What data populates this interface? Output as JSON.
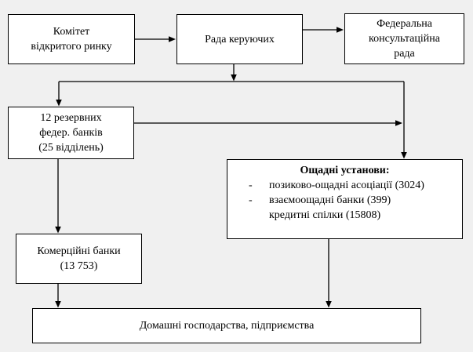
{
  "colors": {
    "background": "#f0f0f0",
    "box_fill": "#ffffff",
    "line": "#000000",
    "text": "#000000"
  },
  "nodes": {
    "open_market_committee": {
      "line1": "Комітет",
      "line2": "відкритого ринку"
    },
    "board_of_governors": {
      "label": "Рада керуючих"
    },
    "federal_advisory_council": {
      "line1": "Федеральна",
      "line2": "консультаційна",
      "line3": "рада"
    },
    "reserve_banks": {
      "line1": "12 резервних",
      "line2": "федер. банків",
      "line3": "(25 відділень)"
    },
    "savings_institutions": {
      "title": "Ощадні установи:",
      "bullet": "-",
      "item1": "позиково-ощадні асоціації (3024)",
      "item2": "взаємоощадні банки (399)",
      "item3": "кредитні спілки (15808)"
    },
    "commercial_banks": {
      "line1": "Комерційні банки",
      "line2": "(13 753)"
    },
    "households_enterprises": {
      "label": "Домашні господарства, підприємства"
    }
  }
}
